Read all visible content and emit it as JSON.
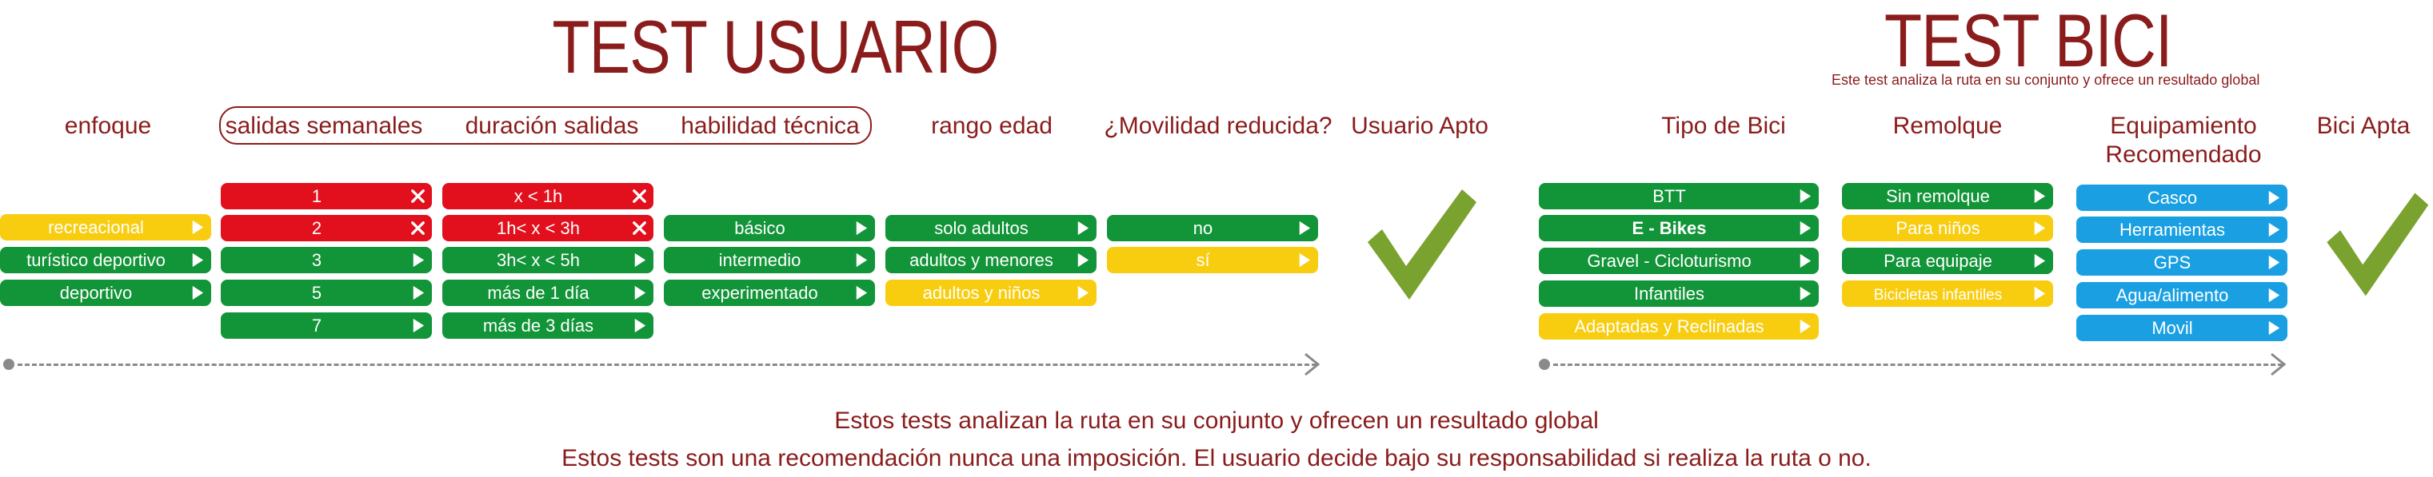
{
  "left": {
    "title": "TEST USUARIO",
    "headers": {
      "enfoque": "enfoque",
      "salidas": "salidas semanales",
      "duracion": "duración salidas",
      "habilidad": "habilidad técnica",
      "edad": "rango edad",
      "movilidad": "¿Movilidad reducida?",
      "apto": "Usuario Apto"
    },
    "enfoque": [
      "recreacional",
      "turístico deportivo",
      "deportivo"
    ],
    "salidas": [
      "1",
      "2",
      "3",
      "5",
      "7"
    ],
    "duracion": [
      "x < 1h",
      "1h< x < 3h",
      "3h< x < 5h",
      "más de 1 día",
      "más de 3 días"
    ],
    "habilidad": [
      "básico",
      "intermedio",
      "experimentado"
    ],
    "edad": [
      "solo adultos",
      "adultos y menores",
      "adultos y niños"
    ],
    "movilidad": [
      "no",
      "sí"
    ]
  },
  "right": {
    "title": "TEST BICI",
    "subtitle": "Este test analiza la ruta en su conjunto y ofrece un resultado global",
    "headers": {
      "tipo": "Tipo de Bici",
      "remolque": "Remolque",
      "equipamiento": "Equipamiento Recomendado",
      "apta": "Bici Apta"
    },
    "tipo": [
      "BTT",
      "E - Bikes",
      "Gravel - Cicloturismo",
      "Infantiles",
      "Adaptadas y Reclinadas"
    ],
    "remolque": [
      "Sin remolque",
      "Para niños",
      "Para equipaje",
      "Bicicletas infantiles"
    ],
    "equipamiento": [
      "Casco",
      "Herramientas",
      "GPS",
      "Agua/alimento",
      "Movil"
    ]
  },
  "footer": {
    "line1": "Estos tests analizan la ruta en su conjunto y ofrecen un resultado global",
    "line2": "Estos tests son una recomendación nunca una imposición. El usuario decide bajo su responsabilidad si realiza la ruta o no."
  },
  "colors": {
    "maroon": "#8a1c1c",
    "green": "#129438",
    "red": "#e2101c",
    "yellow": "#f8cd10",
    "blue": "#1aa0e2",
    "check": "#7aa22f",
    "dash": "#8a8a8a"
  },
  "icons": {
    "arrow": "play-arrow-icon",
    "cross": "close-icon",
    "check": "checkmark-icon"
  }
}
